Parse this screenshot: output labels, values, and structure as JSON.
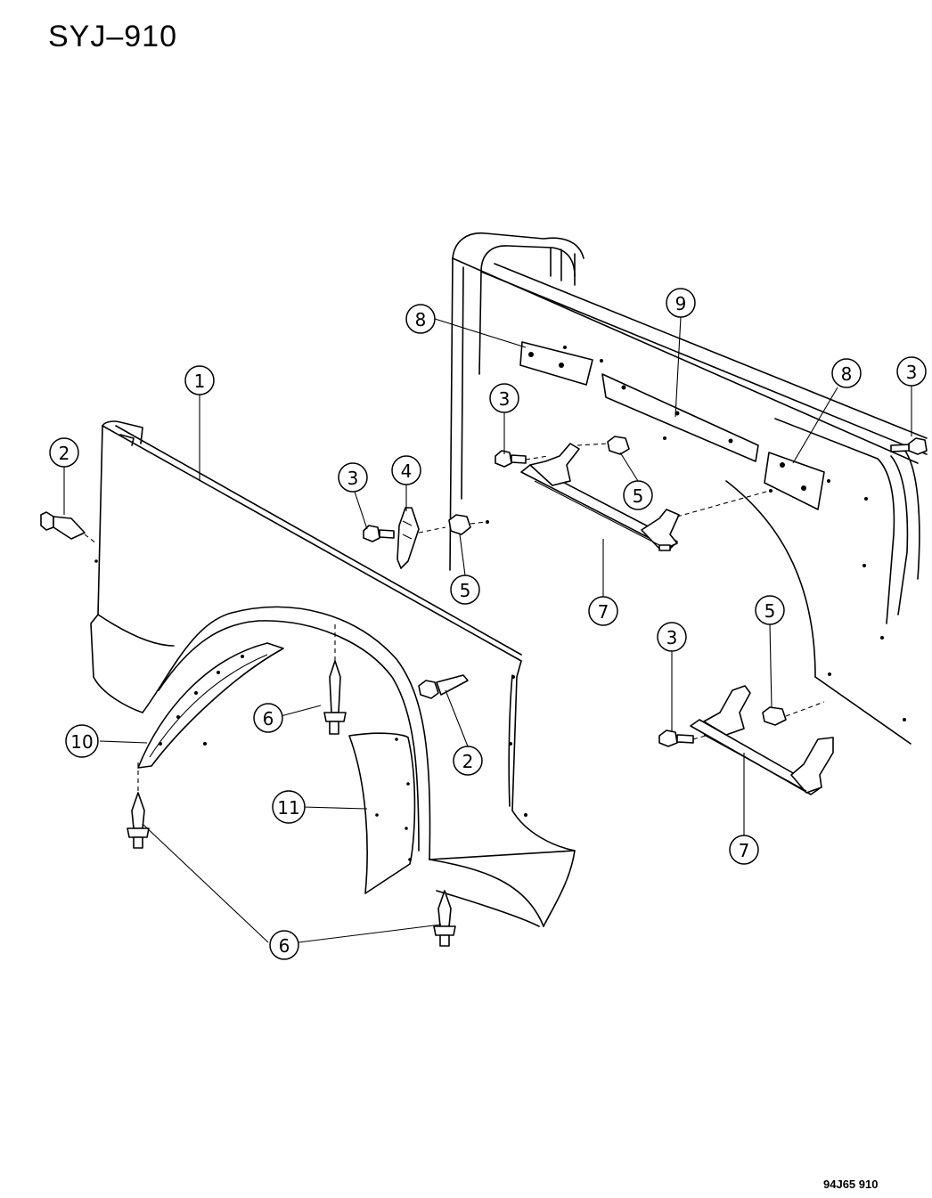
{
  "diagram": {
    "title": "SYJ–910",
    "footer_code": "94J65  910",
    "callouts": [
      "1",
      "2",
      "2",
      "3",
      "3",
      "3",
      "3",
      "4",
      "5",
      "5",
      "5",
      "6",
      "6",
      "7",
      "7",
      "8",
      "8",
      "9",
      "10",
      "11"
    ]
  }
}
